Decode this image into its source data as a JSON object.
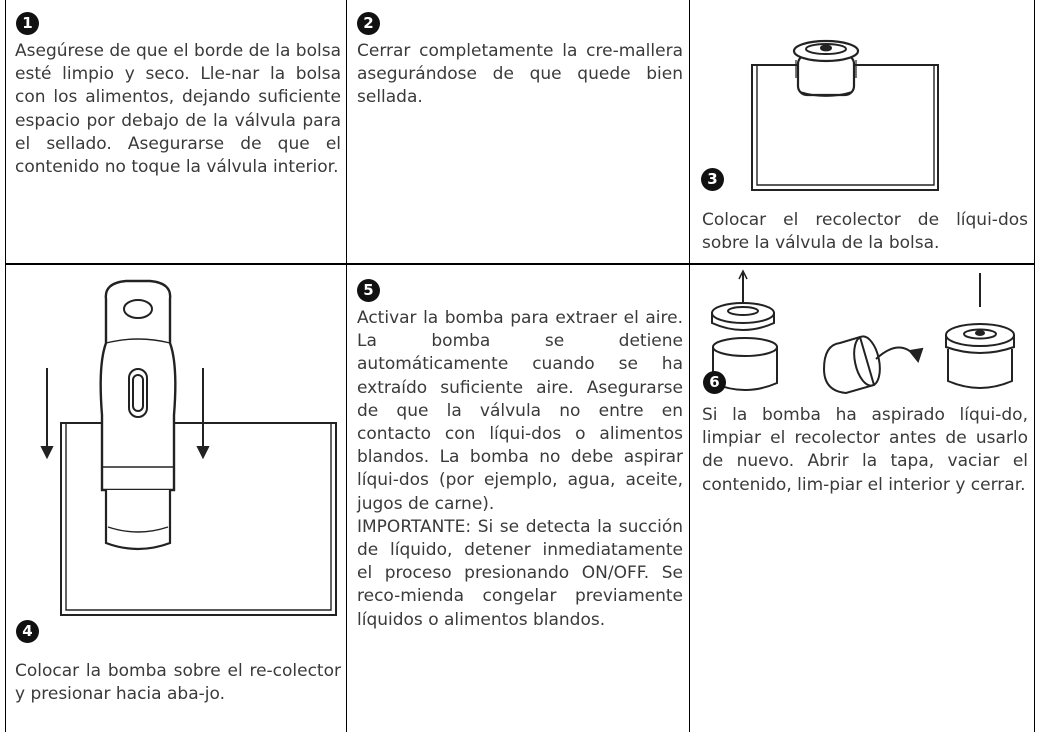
{
  "steps": [
    {
      "badge": "1",
      "text": "Asegúrese de que el borde de la bolsa esté limpio y seco. Lle-nar la bolsa con los alimentos, dejando suficiente espacio por debajo de la válvula para el sellado. Asegurarse de que el contenido no toque la válvula interior."
    },
    {
      "badge": "2",
      "text": "Cerrar completamente la cre-mallera asegurándose de que quede bien sellada."
    },
    {
      "badge": "3",
      "text": "Colocar el recolector de líqui-dos sobre la válvula de la bolsa."
    },
    {
      "badge": "4",
      "text": "Colocar la bomba sobre el re-colector y presionar hacia aba-jo."
    },
    {
      "badge": "5",
      "text": "Activar la bomba para extraer el aire. La bomba se detiene automáticamente cuando se ha extraído suficiente aire. Asegurarse de que la válvula no entre en contacto con líqui-dos o alimentos blandos. La bomba no debe aspirar líqui-dos (por ejemplo, agua, aceite, jugos de carne).\nIMPORTANTE: Si se detecta la succión de líquido, detener inmediatamente el proceso presionando ON/OFF. Se reco-mienda congelar previamente líquidos o alimentos blandos."
    },
    {
      "badge": "6",
      "text": "Si la bomba ha aspirado líqui-do, limpiar el recolector antes de usarlo de nuevo. Abrir la tapa, vaciar el contenido, lim-piar el interior y cerrar."
    }
  ]
}
